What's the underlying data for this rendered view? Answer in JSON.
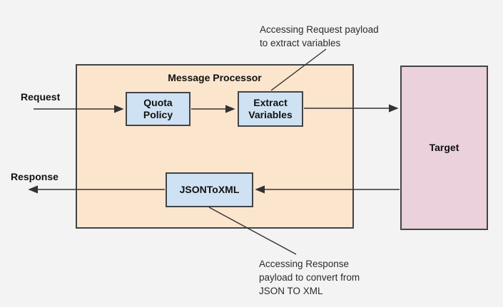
{
  "diagram": {
    "container_title": "Message Processor",
    "nodes": {
      "quota_policy": "Quota\nPolicy",
      "extract_variables": "Extract\nVariables",
      "json_to_xml": "JSONToXML",
      "target": "Target"
    },
    "labels": {
      "request": "Request",
      "response": "Response"
    },
    "annotations": {
      "request_note": "Accessing Request payload\nto extract variables",
      "response_note": "Accessing Response\npayload to convert from\nJSON TO XML"
    },
    "colors": {
      "background": "#f2f3f2",
      "container_fill": "#fce5cd",
      "node_fill": "#cfe2f3",
      "target_fill": "#ead1dc",
      "border": "#424446",
      "line": "#333333"
    }
  }
}
